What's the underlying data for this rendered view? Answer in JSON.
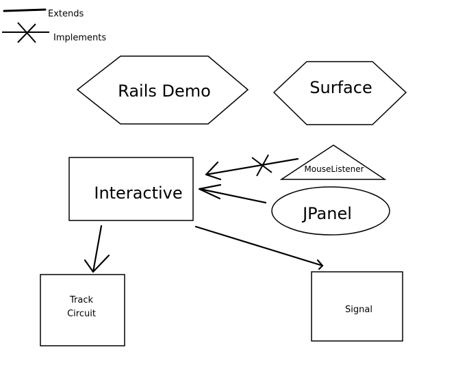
{
  "legend": {
    "extends_label": "Extends",
    "implements_label": "Implements"
  },
  "nodes": {
    "rails_demo": "Rails Demo",
    "surface": "Surface",
    "interactive": "Interactive",
    "mouse_listener": "MouseListener",
    "jpanel": "JPanel",
    "track_circuit_line1": "Track",
    "track_circuit_line2": "Circuit",
    "signal": "Signal"
  },
  "edges": [
    {
      "from": "MouseListener",
      "to": "Interactive",
      "relation": "implements"
    },
    {
      "from": "JPanel",
      "to": "Interactive",
      "relation": "extends"
    },
    {
      "from": "Interactive",
      "to": "Track Circuit",
      "relation": "extends"
    },
    {
      "from": "Interactive",
      "to": "Signal",
      "relation": "extends"
    }
  ]
}
